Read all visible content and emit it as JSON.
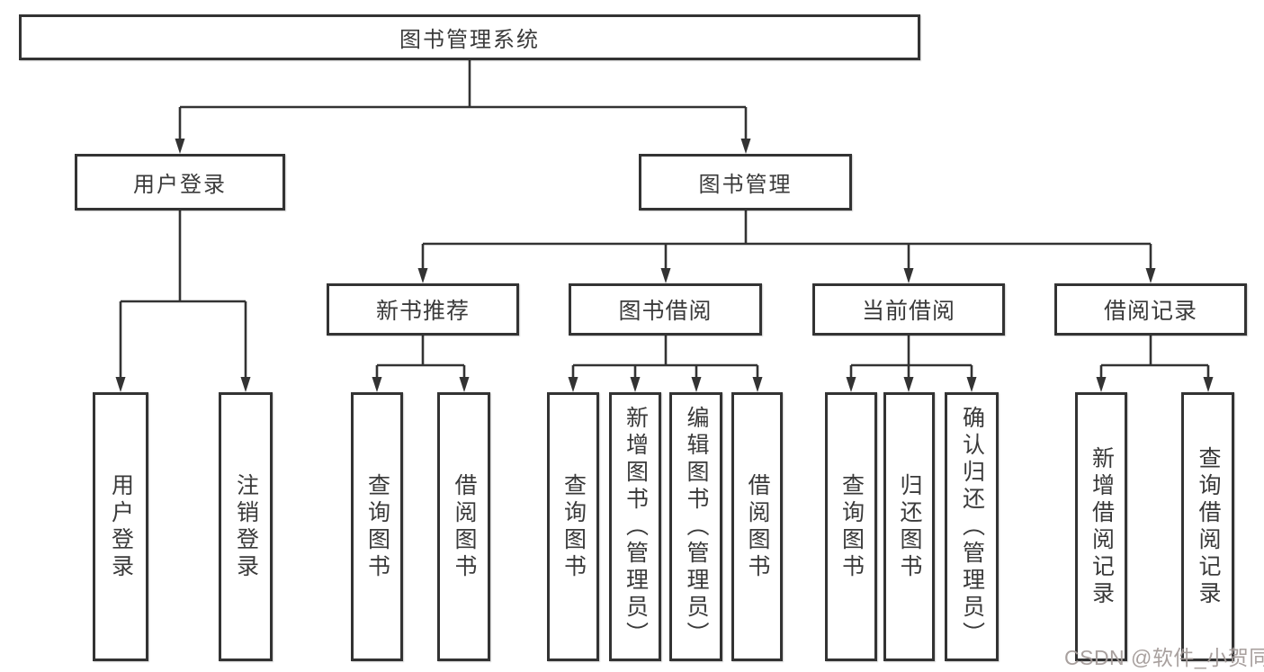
{
  "colors": {
    "line": "#333333",
    "box_border": "#333333",
    "text": "#3a3a3a",
    "watermark": "#a39b99"
  },
  "tree": {
    "root": "图书管理系统",
    "branches": [
      {
        "label": "用户登录",
        "children": [
          "用户登录",
          "注销登录"
        ]
      },
      {
        "label": "图书管理",
        "groups": [
          {
            "label": "新书推荐",
            "children": [
              "查询图书",
              "借阅图书"
            ]
          },
          {
            "label": "图书借阅",
            "children": [
              "查询图书",
              "新增图书（管理员）",
              "编辑图书（管理员）",
              "借阅图书"
            ]
          },
          {
            "label": "当前借阅",
            "children": [
              "查询图书",
              "归还图书",
              "确认归还（管理员）"
            ]
          },
          {
            "label": "借阅记录",
            "children": [
              "新增借阅记录",
              "查询借阅记录"
            ]
          }
        ]
      }
    ]
  },
  "watermark": "CSDN @软件_小贺同学"
}
